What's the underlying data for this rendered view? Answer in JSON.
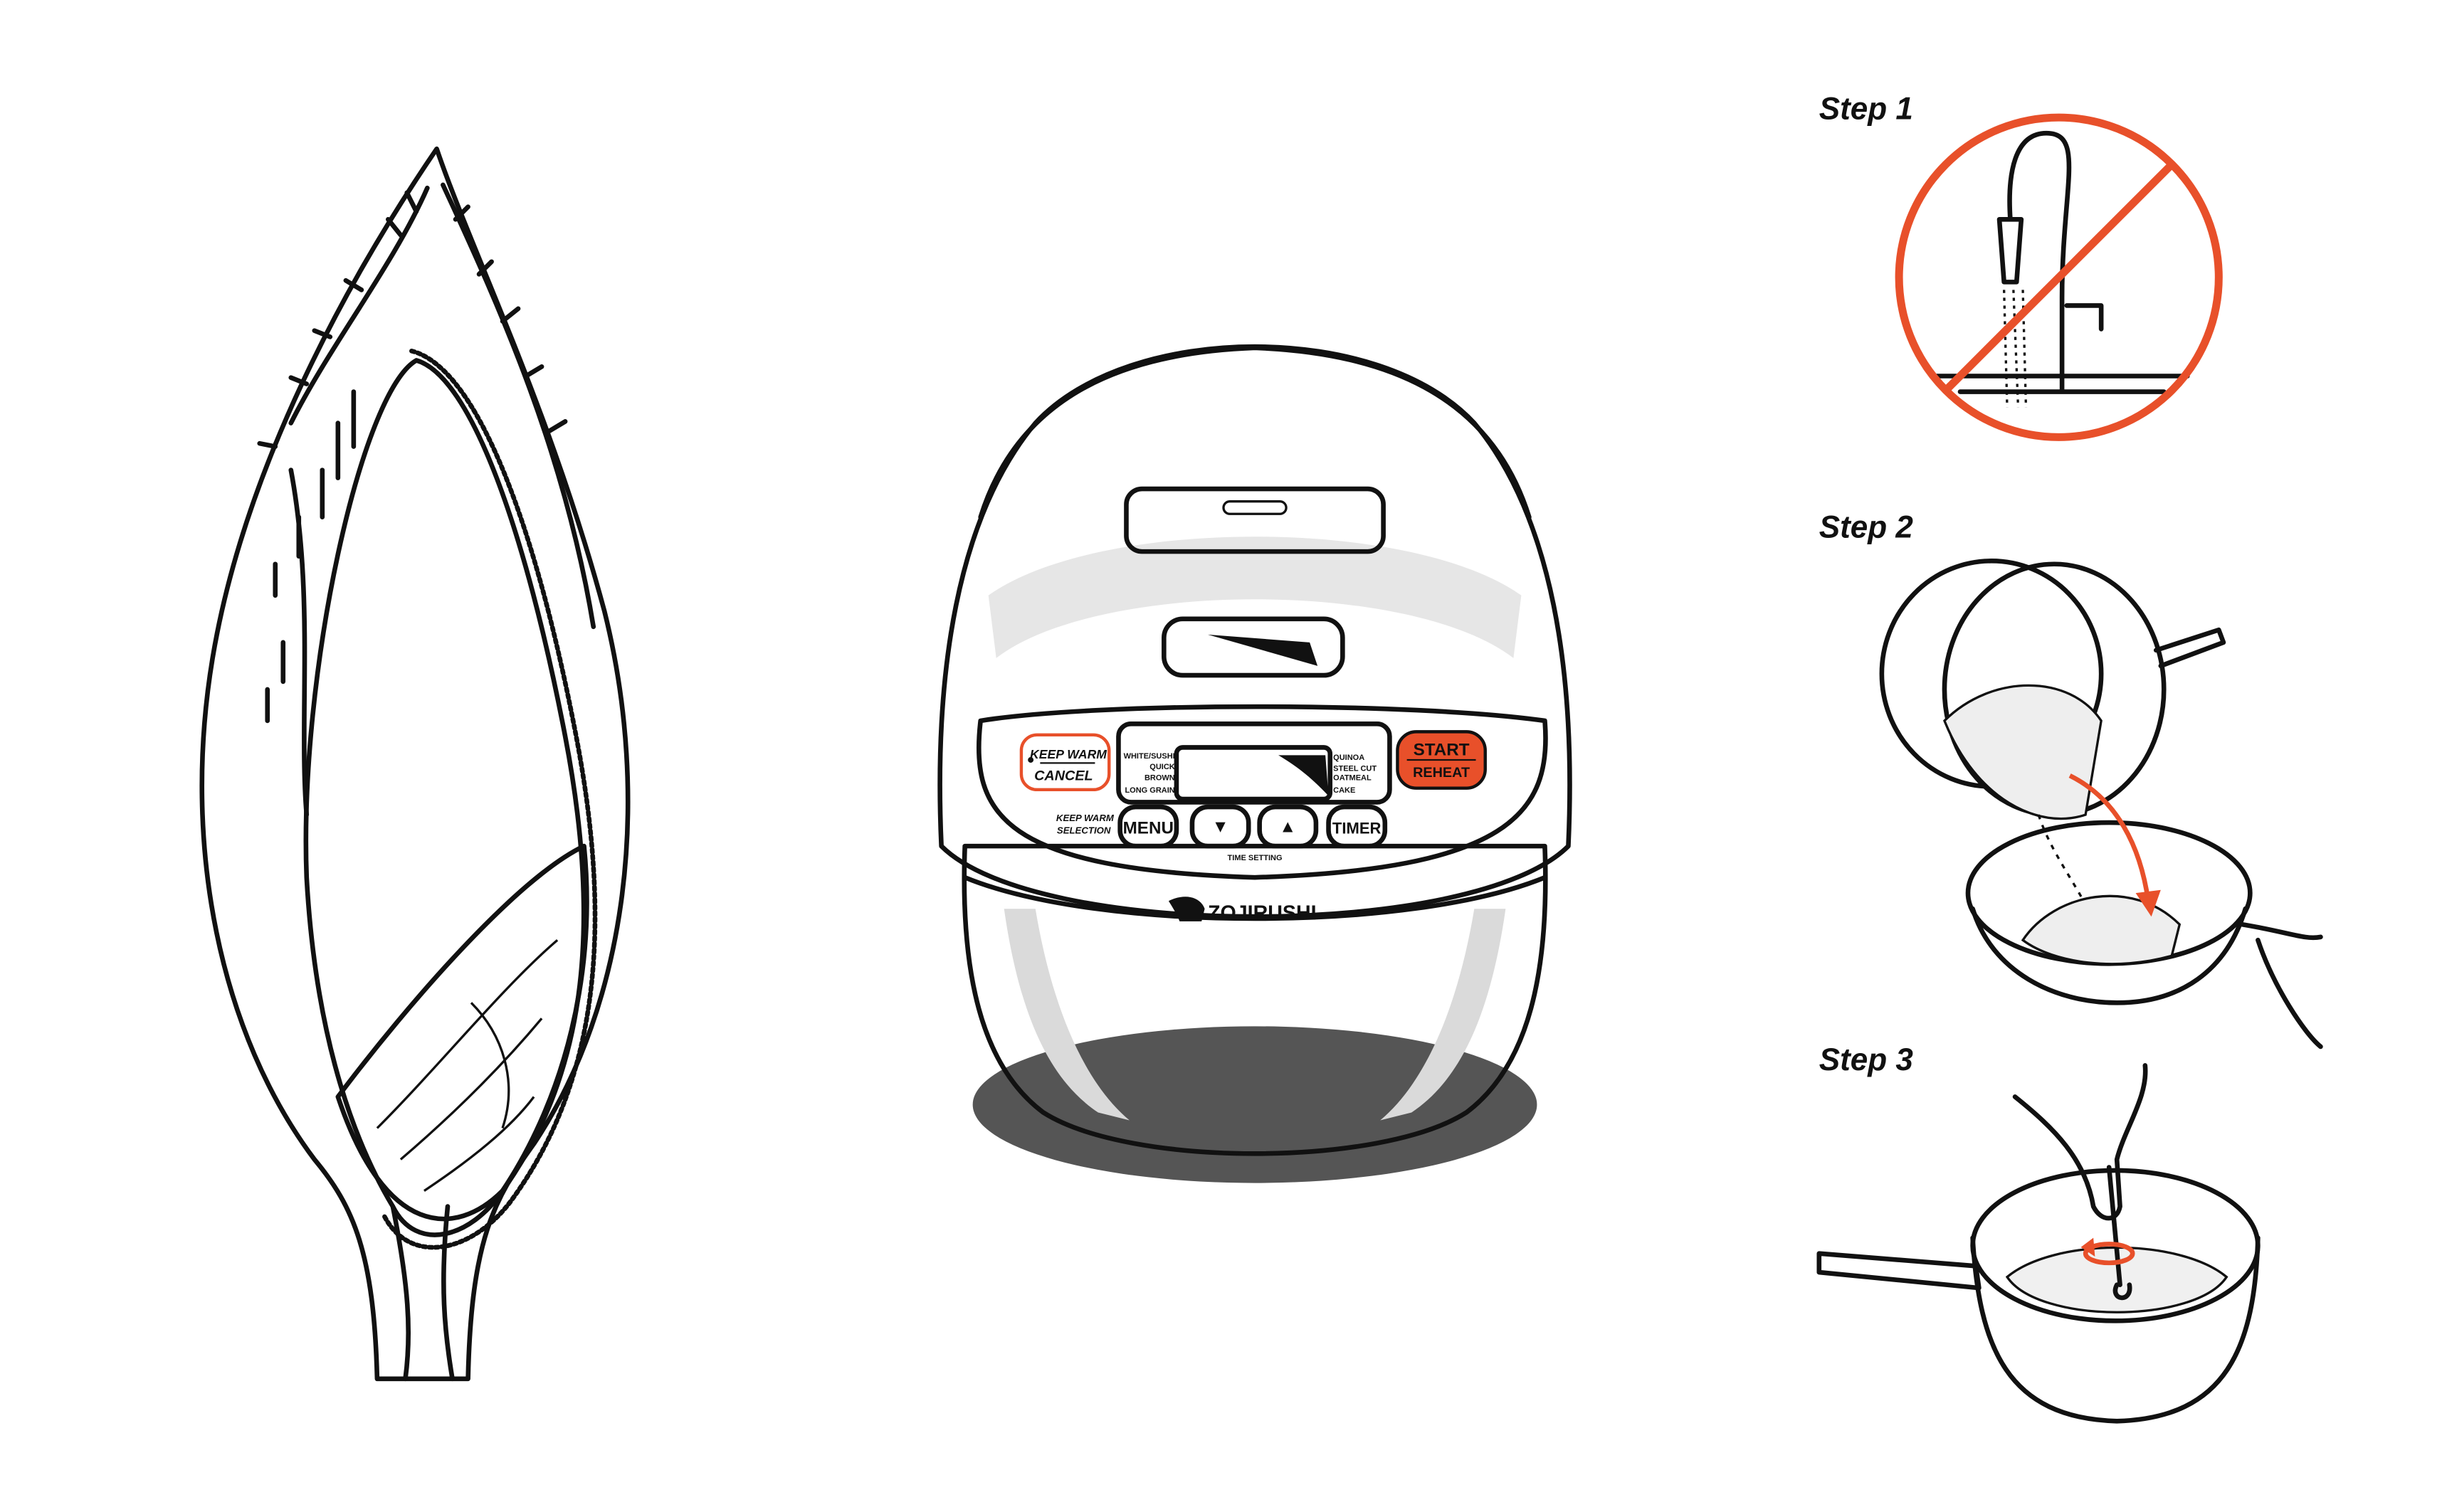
{
  "colors": {
    "accent": "#E8502A",
    "line": "#111111",
    "shade": "#DADADA"
  },
  "cooker": {
    "keep_warm": "KEEP WARM",
    "cancel": "CANCEL",
    "start": "START",
    "reheat": "REHEAT",
    "menu_left": [
      "WHITE/SUSHI",
      "QUICK",
      "BROWN",
      "LONG GRAIN"
    ],
    "menu_right": [
      "QUINOA",
      "STEEL CUT",
      "OATMEAL",
      "CAKE"
    ],
    "keep_warm_selection_1": "KEEP WARM",
    "keep_warm_selection_2": "SELECTION",
    "menu_button": "MENU",
    "down_icon": "▼",
    "up_icon": "▲",
    "timer_button": "TIMER",
    "time_setting": "TIME SETTING",
    "brand": "ZOJIRUSHI"
  },
  "steps": [
    {
      "label": "Step 1"
    },
    {
      "label": "Step 2"
    },
    {
      "label": "Step 3"
    }
  ]
}
